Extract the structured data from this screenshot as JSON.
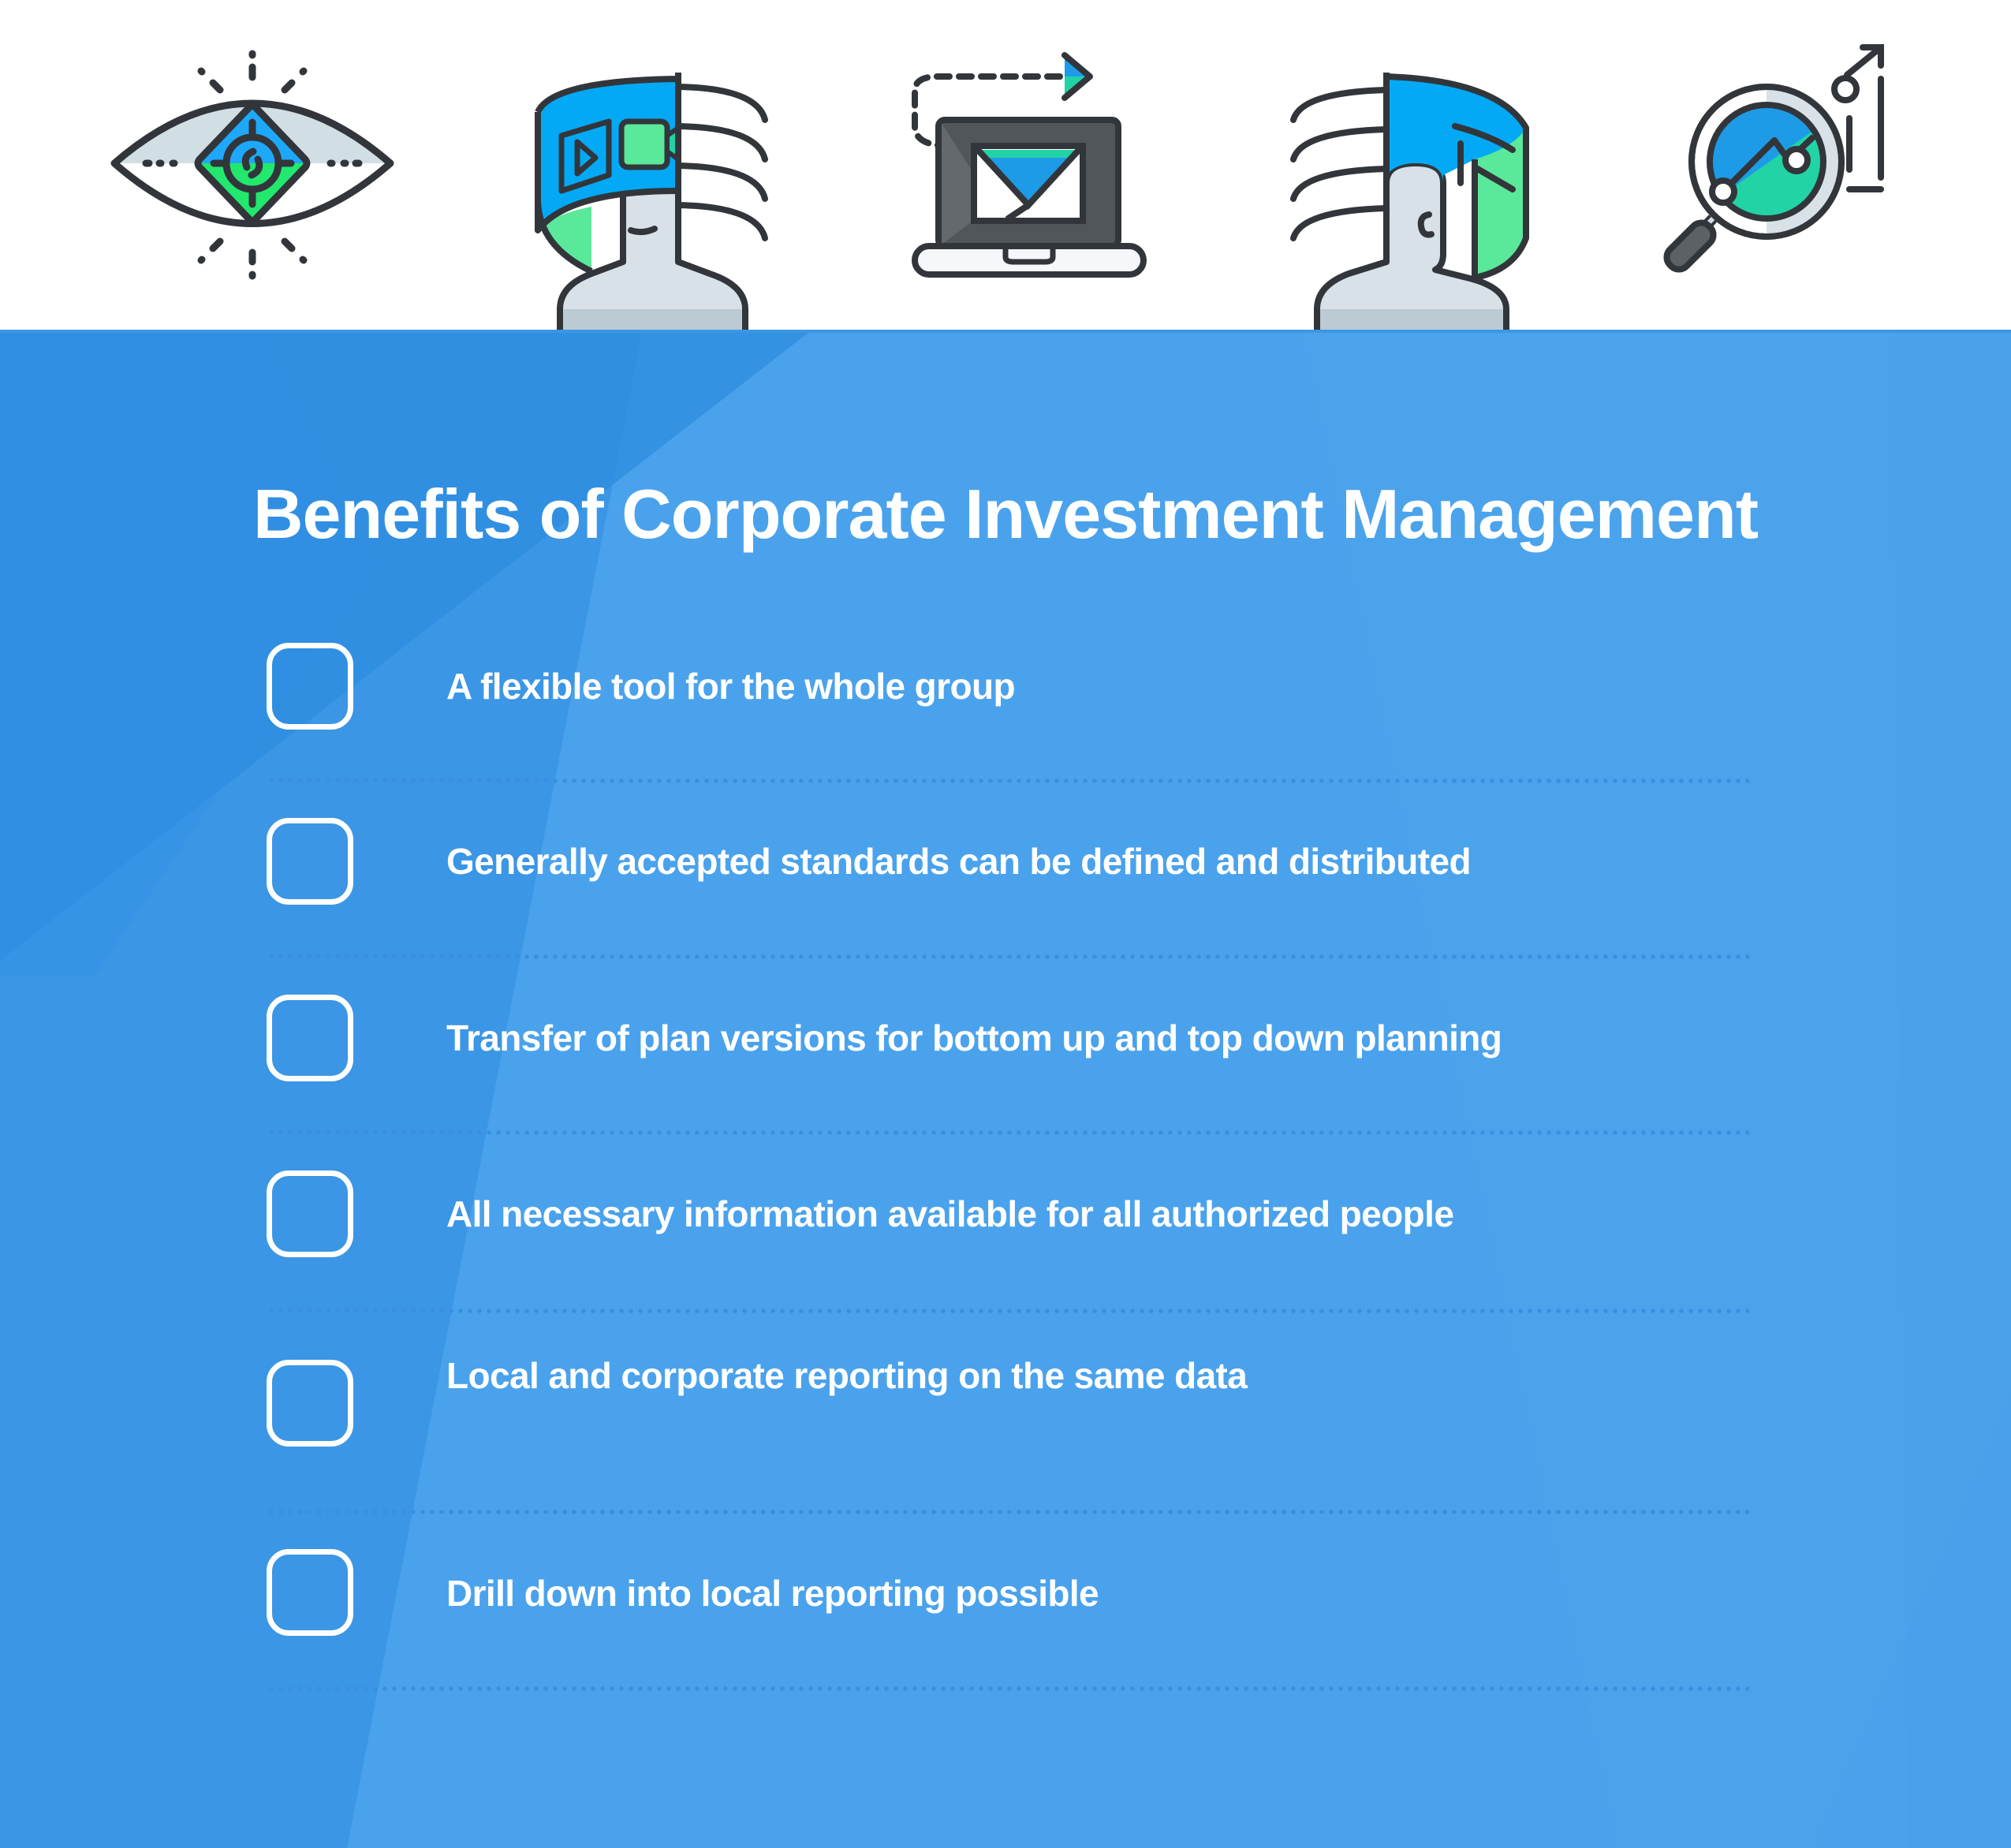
{
  "header": {
    "icons": [
      {
        "name": "eye-target-icon"
      },
      {
        "name": "vr-headset-person-icon"
      },
      {
        "name": "laptop-email-send-icon"
      },
      {
        "name": "vr-person-screen-icon"
      },
      {
        "name": "magnifier-chart-icon"
      }
    ]
  },
  "main": {
    "title": "Benefits of Corporate Investment Management",
    "items": [
      {
        "label": "A flexible tool for the whole group",
        "checked": false
      },
      {
        "label": "Generally accepted standards can be defined and distributed",
        "checked": false
      },
      {
        "label": "Transfer of plan versions for bottom up and top down planning",
        "checked": false
      },
      {
        "label": "All necessary information available for all authorized people",
        "checked": false
      },
      {
        "label": "Local and corporate reporting on the same data",
        "checked": false
      },
      {
        "label": "Drill down into local reporting possible",
        "checked": false
      }
    ]
  },
  "colors": {
    "panel_bg": "#4aa2ec",
    "panel_dark": "#2f8ce0",
    "icon_blue": "#03a9f4",
    "icon_green": "#5ae89a",
    "icon_teal": "#22d3a6",
    "icon_outline": "#32363b",
    "icon_grey": "#d8e1e8",
    "divider_dots": "#3a8fe0",
    "text": "#ffffff"
  }
}
